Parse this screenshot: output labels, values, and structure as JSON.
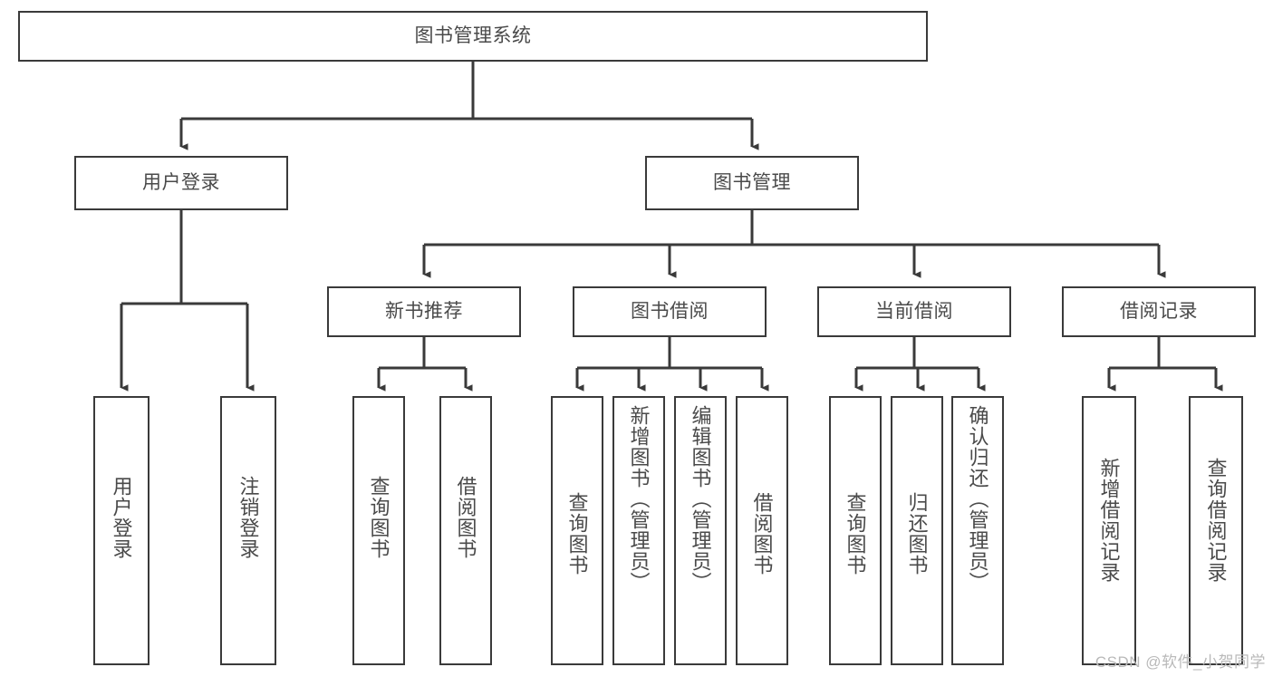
{
  "diagram": {
    "title": "图书管理系统",
    "type": "tree-hierarchy-diagram",
    "colors": {
      "box_border": "#3a3a3a",
      "box_fill": "#ffffff",
      "text": "#4a4a4a",
      "edge": "#3a3a3a",
      "watermark": "#b9b9b9",
      "background": "#ffffff"
    },
    "root": {
      "id": "root",
      "label": "图书管理系统",
      "orientation": "horizontal"
    },
    "level2": [
      {
        "id": "user-login",
        "label": "用户登录",
        "orientation": "horizontal"
      },
      {
        "id": "book-management",
        "label": "图书管理",
        "orientation": "horizontal"
      }
    ],
    "level3": [
      {
        "id": "new-book-recommend",
        "label": "新书推荐",
        "orientation": "horizontal",
        "parent": "book-management"
      },
      {
        "id": "book-borrow",
        "label": "图书借阅",
        "orientation": "horizontal",
        "parent": "book-management"
      },
      {
        "id": "current-borrow",
        "label": "当前借阅",
        "orientation": "horizontal",
        "parent": "book-management"
      },
      {
        "id": "borrow-record",
        "label": "借阅记录",
        "orientation": "horizontal",
        "parent": "book-management"
      }
    ],
    "leaves": [
      {
        "id": "leaf-user-login",
        "label": "用户登录",
        "parent": "user-login"
      },
      {
        "id": "leaf-logout-login",
        "label": "注销登录",
        "parent": "user-login"
      },
      {
        "id": "leaf-query-book-rec",
        "label": "查询图书",
        "parent": "new-book-recommend"
      },
      {
        "id": "leaf-borrow-book-rec",
        "label": "借阅图书",
        "parent": "new-book-recommend"
      },
      {
        "id": "leaf-query-book-borrow",
        "label": "查询图书",
        "parent": "book-borrow"
      },
      {
        "id": "leaf-add-book-admin",
        "label": "新增图书（管理员）",
        "parent": "book-borrow"
      },
      {
        "id": "leaf-edit-book-admin",
        "label": "编辑图书（管理员）",
        "parent": "book-borrow"
      },
      {
        "id": "leaf-borrow-book",
        "label": "借阅图书",
        "parent": "book-borrow"
      },
      {
        "id": "leaf-query-book-current",
        "label": "查询图书",
        "parent": "current-borrow"
      },
      {
        "id": "leaf-return-book",
        "label": "归还图书",
        "parent": "current-borrow"
      },
      {
        "id": "leaf-confirm-return-admin",
        "label": "确认归还（管理员）",
        "parent": "current-borrow"
      },
      {
        "id": "leaf-add-borrow-record",
        "label": "新增借阅记录",
        "parent": "borrow-record"
      },
      {
        "id": "leaf-query-borrow-record",
        "label": "查询借阅记录",
        "parent": "borrow-record"
      }
    ],
    "watermark": "CSDN @软件_小贺同学"
  }
}
